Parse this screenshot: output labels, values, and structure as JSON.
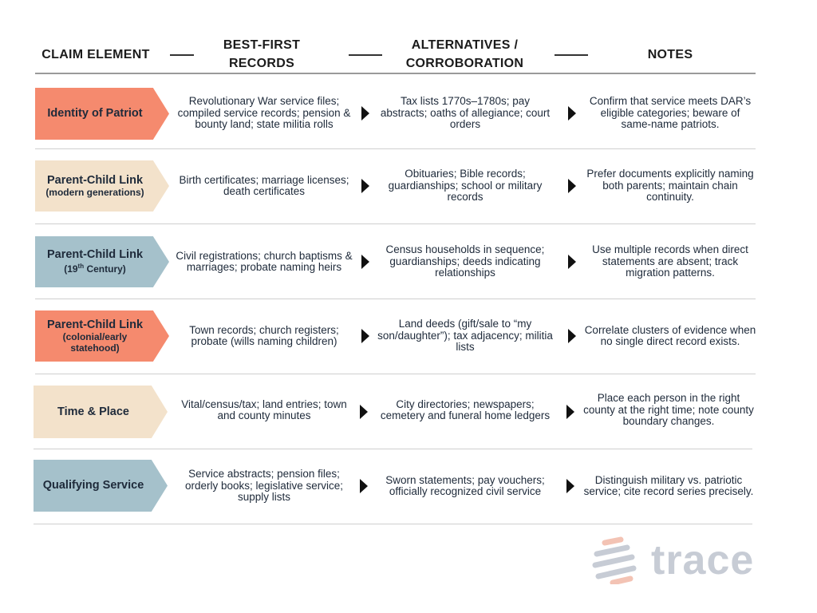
{
  "headers": {
    "claim": "CLAIM ELEMENT",
    "best_first": "BEST-FIRST RECORDS",
    "alternatives": "ALTERNATIVES / CORROBORATION",
    "notes": "NOTES"
  },
  "rows": [
    {
      "tag": "Identity of Patriot",
      "tag_sub": "",
      "best": "Revolutionary War service files; compiled service records; pension & bounty land; state militia rolls",
      "alt": "Tax lists 1770s–1780s; pay abstracts; oaths of allegiance; court orders",
      "notes": "Confirm that service meets DAR’s eligible categories; beware of same-name patriots."
    },
    {
      "tag": "Parent-Child Link",
      "tag_sub": "(modern generations)",
      "best": "Birth certificates; marriage licenses; death certificates",
      "alt": "Obituaries; Bible records; guardianships; school or military records",
      "notes": "Prefer documents explicitly naming both parents; maintain chain continuity."
    },
    {
      "tag": "Parent-Child Link",
      "tag_sub_pre": "(19",
      "tag_sub_sup": "th",
      "tag_sub_post": " Century)",
      "best": "Civil registrations; church baptisms & marriages; probate naming heirs",
      "alt": "Census households in sequence; guardianships; deeds indicating relationships",
      "notes": "Use multiple records when direct statements are absent; track migration patterns."
    },
    {
      "tag": "Parent-Child Link",
      "tag_sub": "(colonial/early statehood)",
      "best": "Town records; church registers; probate (wills naming children)",
      "alt": "Land deeds (gift/sale to “my son/daughter”); tax adjacency; militia lists",
      "notes": "Correlate clusters of evidence when no single direct record exists."
    },
    {
      "tag": "Time & Place",
      "tag_sub": "",
      "best": "Vital/census/tax; land entries; town and county minutes",
      "alt": "City directories; newspapers; cemetery and funeral home ledgers",
      "notes": "Place each person in the right county at the right time; note county boundary changes."
    },
    {
      "tag": "Qualifying Service",
      "tag_sub": "",
      "best": "Service abstracts; pension files; orderly books; legislative service; supply lists",
      "alt": "Sworn statements; pay vouchers; officially recognized civil service",
      "notes": "Distinguish military vs. patriotic service; cite record series precisely."
    }
  ],
  "logo": {
    "text": "trace",
    "color": "#c7ccd5",
    "accent": "#f58a6e"
  },
  "colors": {
    "orange": "#f58a6e",
    "beige": "#f3e2cb",
    "blue": "#a5c1cb"
  }
}
